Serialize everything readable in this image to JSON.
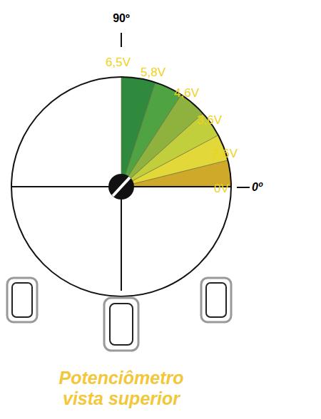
{
  "diagram": {
    "caption": "Potenciômetro vista superior",
    "labels": [
      "90º",
      "6,5V",
      "5,8V",
      "4,6V",
      "3,6V",
      "2,6V",
      "0V",
      "0º"
    ]
  }
}
